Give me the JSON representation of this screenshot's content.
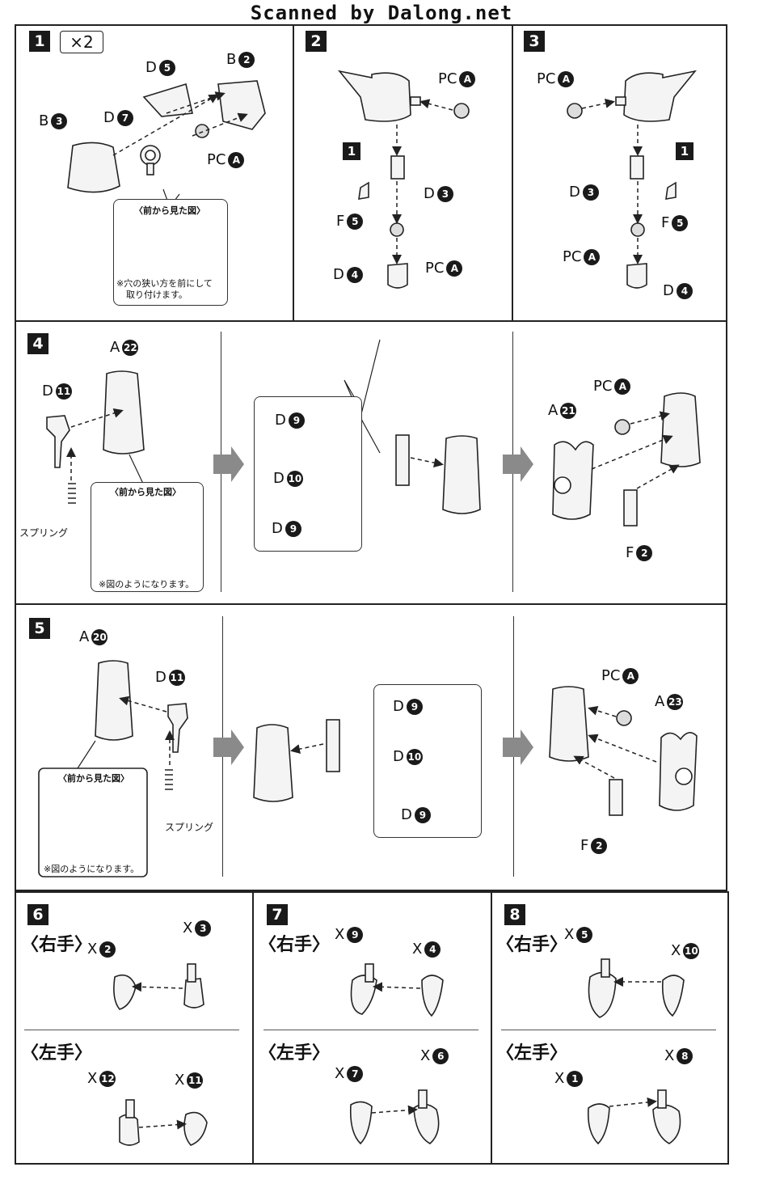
{
  "header": {
    "scan_credit": "Scanned by Dalong.net"
  },
  "steps": {
    "s1": {
      "num": "1",
      "multiplier": "×2"
    },
    "s2": {
      "num": "2"
    },
    "s3": {
      "num": "3"
    },
    "s4": {
      "num": "4"
    },
    "s5": {
      "num": "5"
    },
    "s6": {
      "num": "6"
    },
    "s7": {
      "num": "7"
    },
    "s8": {
      "num": "8"
    }
  },
  "labels": {
    "D": "D",
    "B": "B",
    "PC": "PC",
    "F": "F",
    "A": "A",
    "X": "X",
    "spring": "スプリング"
  },
  "step1": {
    "d5": "5",
    "b2": "2",
    "b3": "3",
    "d7": "7",
    "pca": "A",
    "note_title": "〈前から見た図〉",
    "note_text1": "※穴の狭い方を前にして",
    "note_text2": "取り付けます。"
  },
  "step2": {
    "pca1": "A",
    "part1": "1",
    "d3": "3",
    "f5": "5",
    "pca2": "A",
    "d4": "4"
  },
  "step3": {
    "pca1": "A",
    "part1": "1",
    "d3": "3",
    "f5": "5",
    "pca2": "A",
    "d4": "4"
  },
  "step4": {
    "a22": "22",
    "d11": "11",
    "note_title": "〈前から見た図〉",
    "note_text": "※図のようになります。",
    "d9a": "9",
    "d10": "10",
    "d9b": "9",
    "pca": "A",
    "a21": "21",
    "f2": "2"
  },
  "step5": {
    "a20": "20",
    "d11": "11",
    "note_title": "〈前から見た図〉",
    "note_text": "※図のようになります。",
    "d9a": "9",
    "d10": "10",
    "d9b": "9",
    "pca": "A",
    "a23": "23",
    "f2": "2"
  },
  "hands": {
    "right": "〈右手〉",
    "left": "〈左手〉",
    "s6": {
      "r1": "2",
      "r2": "3",
      "l1": "12",
      "l2": "11"
    },
    "s7": {
      "r1": "9",
      "r2": "4",
      "l1": "7",
      "l2": "6"
    },
    "s8": {
      "r1": "5",
      "r2": "10",
      "l1": "1",
      "l2": "8"
    }
  }
}
